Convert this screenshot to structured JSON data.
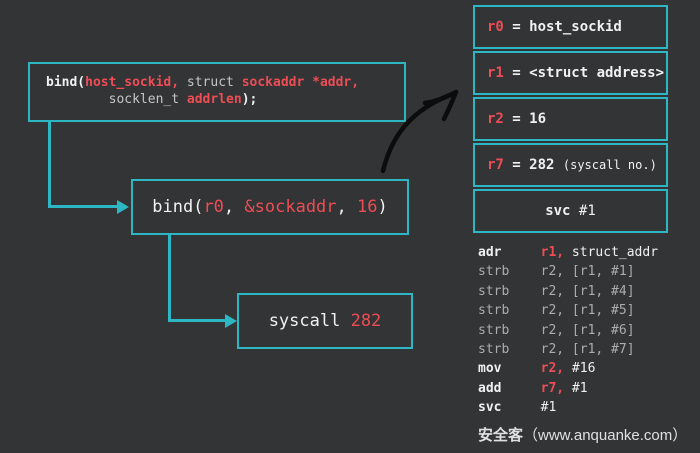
{
  "colors": {
    "background": "#323436",
    "cyan": "#2db7c5",
    "red": "#ee4d55",
    "white": "#f1f1f1",
    "gray": "#c6c6c6",
    "dim": "#adadad",
    "arrow_black": "#0c0c0c"
  },
  "icons": {
    "curved_arrow": "hand-drawn-curved-arrow",
    "connector_arrowhead": "right-arrowhead"
  },
  "flow": {
    "c_signature": {
      "lines": [
        [
          {
            "t": "bind(",
            "c": "white",
            "b": true
          },
          {
            "t": "host_sockid,",
            "c": "red",
            "b": true
          },
          {
            "t": " struct ",
            "c": "gray"
          },
          {
            "t": "sockaddr *addr,",
            "c": "red",
            "b": true
          }
        ],
        [
          {
            "t": "        socklen_t ",
            "c": "gray"
          },
          {
            "t": "addrlen",
            "c": "red",
            "b": true
          },
          {
            "t": ");",
            "c": "white",
            "b": true
          }
        ]
      ]
    },
    "arm_call": {
      "segments": [
        {
          "t": "bind(",
          "c": "white"
        },
        {
          "t": "r0",
          "c": "red"
        },
        {
          "t": ", ",
          "c": "white"
        },
        {
          "t": "&sockaddr",
          "c": "red"
        },
        {
          "t": ", ",
          "c": "white"
        },
        {
          "t": "16",
          "c": "red"
        },
        {
          "t": ")",
          "c": "white"
        }
      ]
    },
    "syscall": {
      "segments": [
        {
          "t": "syscall ",
          "c": "white"
        },
        {
          "t": "282",
          "c": "red"
        }
      ]
    }
  },
  "registers": [
    {
      "id": "r0",
      "segments": [
        {
          "t": "r0",
          "c": "red",
          "b": true
        },
        {
          "t": " = host_sockid",
          "c": "white",
          "b": true
        }
      ]
    },
    {
      "id": "r1",
      "segments": [
        {
          "t": "r1",
          "c": "red",
          "b": true
        },
        {
          "t": " = <struct address>",
          "c": "white",
          "b": true
        }
      ]
    },
    {
      "id": "r2",
      "segments": [
        {
          "t": "r2",
          "c": "red",
          "b": true
        },
        {
          "t": " = 16",
          "c": "white",
          "b": true
        }
      ]
    },
    {
      "id": "r7",
      "segments": [
        {
          "t": "r7",
          "c": "red",
          "b": true
        },
        {
          "t": " = 282 ",
          "c": "white",
          "b": true
        },
        {
          "t": "(syscall no.)",
          "c": "white",
          "small": true
        }
      ]
    },
    {
      "id": "svc",
      "segments": [
        {
          "t": "svc",
          "c": "white",
          "b": true
        },
        {
          "t": " #1",
          "c": "white"
        }
      ]
    }
  ],
  "assembly_lines": [
    {
      "segments": [
        {
          "t": "adr     ",
          "c": "white",
          "b": true
        },
        {
          "t": "r1,",
          "c": "red",
          "b": true
        },
        {
          "t": " struct_addr",
          "c": "white"
        }
      ]
    },
    {
      "segments": [
        {
          "t": "strb    r2, [r1, #1]",
          "c": "dim"
        }
      ]
    },
    {
      "segments": [
        {
          "t": "strb    r2, [r1, #4]",
          "c": "dim"
        }
      ]
    },
    {
      "segments": [
        {
          "t": "strb    r2, [r1, #5]",
          "c": "dim"
        }
      ]
    },
    {
      "segments": [
        {
          "t": "strb    r2, [r1, #6]",
          "c": "dim"
        }
      ]
    },
    {
      "segments": [
        {
          "t": "strb    r2, [r1, #7]",
          "c": "dim"
        }
      ]
    },
    {
      "segments": [
        {
          "t": "mov     ",
          "c": "white",
          "b": true
        },
        {
          "t": "r2,",
          "c": "red",
          "b": true
        },
        {
          "t": " #16",
          "c": "white"
        }
      ]
    },
    {
      "segments": [
        {
          "t": "add     ",
          "c": "white",
          "b": true
        },
        {
          "t": "r7,",
          "c": "red",
          "b": true
        },
        {
          "t": " #1",
          "c": "white"
        }
      ]
    },
    {
      "segments": [
        {
          "t": "svc     ",
          "c": "white",
          "b": true
        },
        {
          "t": "#1",
          "c": "white"
        }
      ]
    }
  ],
  "watermark": {
    "segments": [
      {
        "t": "安全客",
        "b": true
      },
      {
        "t": "（www.anquanke.com）"
      }
    ]
  }
}
